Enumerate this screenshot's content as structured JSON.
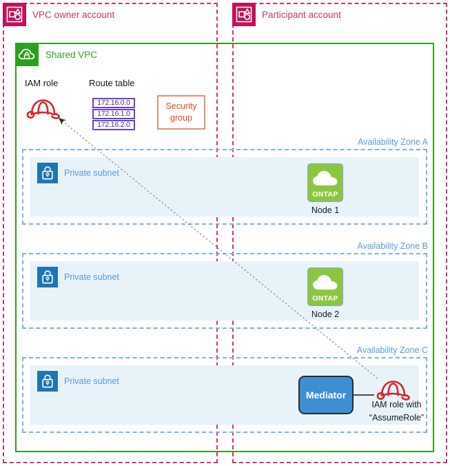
{
  "accounts": [
    {
      "id": "vpc-owner",
      "label": "VPC owner account",
      "icon": "aws-account-icon"
    },
    {
      "id": "participant",
      "label": "Participant account",
      "icon": "aws-account-icon"
    }
  ],
  "vpc": {
    "label": "Shared VPC",
    "icon": "vpc-cloud-lock-icon"
  },
  "resources": {
    "iam_role": {
      "title": "IAM role",
      "icon": "iam-role-hat-icon"
    },
    "route_table": {
      "title": "Route table",
      "entries": [
        "172.16.0.0",
        "172.16.1.0",
        "172.16.2.0"
      ]
    },
    "security_group": {
      "line1": "Security",
      "line2": "group"
    }
  },
  "zones": [
    {
      "label": "Availability Zone A",
      "subnet": {
        "label": "Private subnet",
        "icon": "private-subnet-lock-icon"
      },
      "node": {
        "badge": "ONTAP",
        "label": "Node 1",
        "icon": "ontap-cloud-icon"
      }
    },
    {
      "label": "Availability Zone B",
      "subnet": {
        "label": "Private subnet",
        "icon": "private-subnet-lock-icon"
      },
      "node": {
        "badge": "ONTAP",
        "label": "Node 2",
        "icon": "ontap-cloud-icon"
      }
    },
    {
      "label": "Availability Zone C",
      "subnet": {
        "label": "Private subnet",
        "icon": "private-subnet-lock-icon"
      }
    }
  ],
  "mediator": {
    "label": "Mediator",
    "iam_role_line1": "IAM role with",
    "iam_role_line2": "“AssumeRole”",
    "icon": "iam-role-hat-icon"
  },
  "colors": {
    "account_pink": "#c3115b",
    "account_dash": "#c8356c",
    "vpc_green": "#2ea01f",
    "az_blue": "#7ab3e0",
    "az_label_blue": "#5a9ad6",
    "subnet_fill": "#e8f2f9",
    "subnet_icon": "#1f74b6",
    "route_purple": "#6b3fd4",
    "security_orange": "#e8462b",
    "ontap_green": "#8cc63f",
    "mediator_blue": "#3d8fd1",
    "iam_red": "#d8242a"
  }
}
